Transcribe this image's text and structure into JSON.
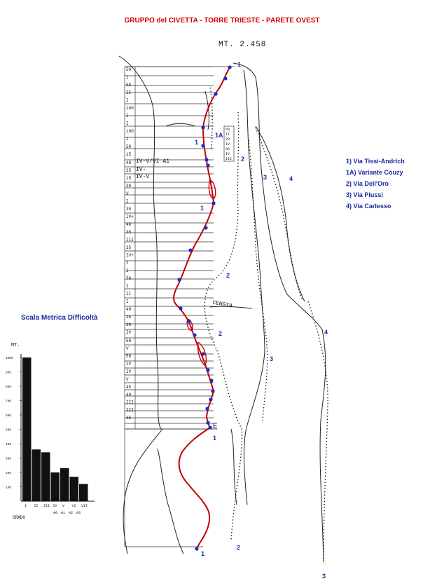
{
  "title": "GRUPPO del CIVETTA - TORRE TRIESTE - PARETE OVEST",
  "summit_height": "MT. 2.458",
  "legend": [
    {
      "num": "1)",
      "name": "Via Tissi-Andrich"
    },
    {
      "num": "1A)",
      "name": "Variante Couzy"
    },
    {
      "num": "2)",
      "name": "Via Dell'Oro"
    },
    {
      "num": "3)",
      "name": "Via Piussi"
    },
    {
      "num": "4)",
      "name": "Via Carlesso"
    }
  ],
  "scale_title": "Scala Metrica Difficoltà",
  "scale_chart": {
    "unit_label": "MT.",
    "x_label": "GRADO",
    "y_ticks": [
      "1000",
      "900",
      "800",
      "700",
      "600",
      "500",
      "400",
      "300",
      "200",
      "100"
    ],
    "grades": [
      "I",
      "II",
      "III",
      "IV",
      "V",
      "VI",
      "VII"
    ],
    "sub_labels": [
      "A0",
      "A1",
      "A2",
      "A3"
    ],
    "values": [
      1000,
      360,
      340,
      200,
      230,
      170,
      120
    ]
  },
  "map_labels": {
    "r1_top": "1",
    "r1a": "1A",
    "r1_a": "1",
    "r2_a": "2",
    "r3_a": "3",
    "r4_a": "4",
    "r1_mid": "1",
    "r2_mid": "2",
    "r2_low": "2",
    "r4_low": "4",
    "r3_low": "3",
    "r1_e": "1",
    "r1_bottom": "1",
    "r2_bottom": "2",
    "r3_bottom": "3",
    "e_label": "E",
    "cengia": "CENGIA"
  },
  "pitch_grades": [
    "50",
    "I",
    "50",
    "II",
    "I",
    "100",
    "I",
    "I",
    "100",
    "I",
    "50",
    "15",
    "40",
    "25",
    "15",
    "30",
    "V",
    "I",
    "35",
    "IV+",
    "40",
    "35",
    "III",
    "35",
    "IV+",
    "I",
    "I",
    "70",
    "I",
    "II",
    "I",
    "40",
    "36",
    "30",
    "IV",
    "50",
    "V",
    "58",
    "IV",
    "IV",
    "V",
    "45",
    "40",
    "III",
    "III",
    "45"
  ],
  "route_notes": [
    "IV-V/VI A1",
    "IV-",
    "IV-V"
  ],
  "variant_grades": [
    "50",
    "II",
    "20",
    "IV",
    "40",
    "IV",
    "III"
  ],
  "colors": {
    "route": "#c60000",
    "marker": "#1a2ad0",
    "legend": "#1a2aa0",
    "title": "#d40000"
  }
}
